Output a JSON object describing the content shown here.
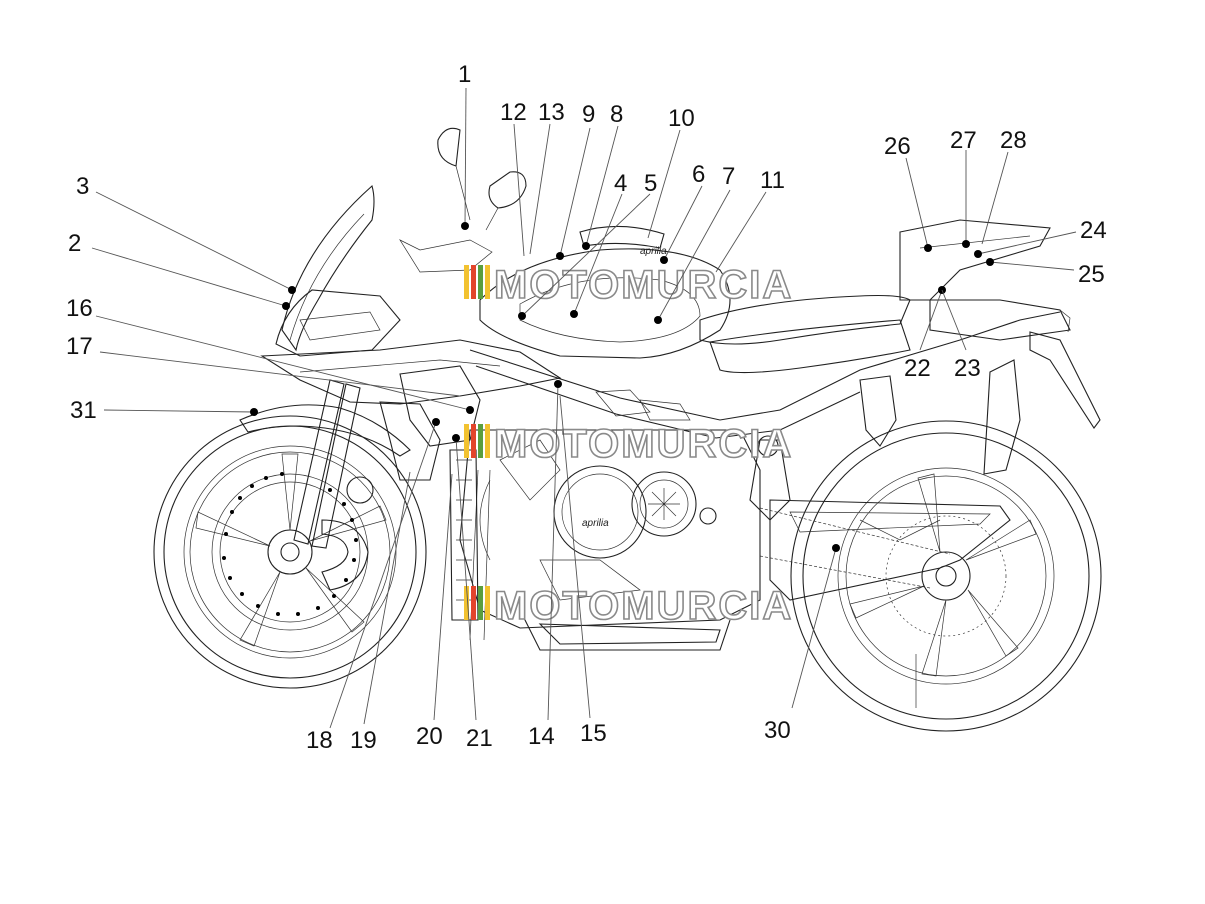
{
  "watermark": {
    "text": "MOTOMURCIA",
    "colors": [
      "#f2c230",
      "#e2452c",
      "#5a9e3f",
      "#f2c230"
    ]
  },
  "brand_marks": {
    "engine": "aprilia",
    "tank": "aprilia"
  },
  "callouts": [
    {
      "label": "1"
    },
    {
      "label": "2"
    },
    {
      "label": "3"
    },
    {
      "label": "4"
    },
    {
      "label": "5"
    },
    {
      "label": "6"
    },
    {
      "label": "7"
    },
    {
      "label": "8"
    },
    {
      "label": "9"
    },
    {
      "label": "10"
    },
    {
      "label": "11"
    },
    {
      "label": "12"
    },
    {
      "label": "13"
    },
    {
      "label": "14"
    },
    {
      "label": "15"
    },
    {
      "label": "16"
    },
    {
      "label": "17"
    },
    {
      "label": "18"
    },
    {
      "label": "19"
    },
    {
      "label": "20"
    },
    {
      "label": "21"
    },
    {
      "label": "22"
    },
    {
      "label": "23"
    },
    {
      "label": "24"
    },
    {
      "label": "25"
    },
    {
      "label": "26"
    },
    {
      "label": "27"
    },
    {
      "label": "28"
    },
    {
      "label": "30"
    },
    {
      "label": "31"
    }
  ]
}
